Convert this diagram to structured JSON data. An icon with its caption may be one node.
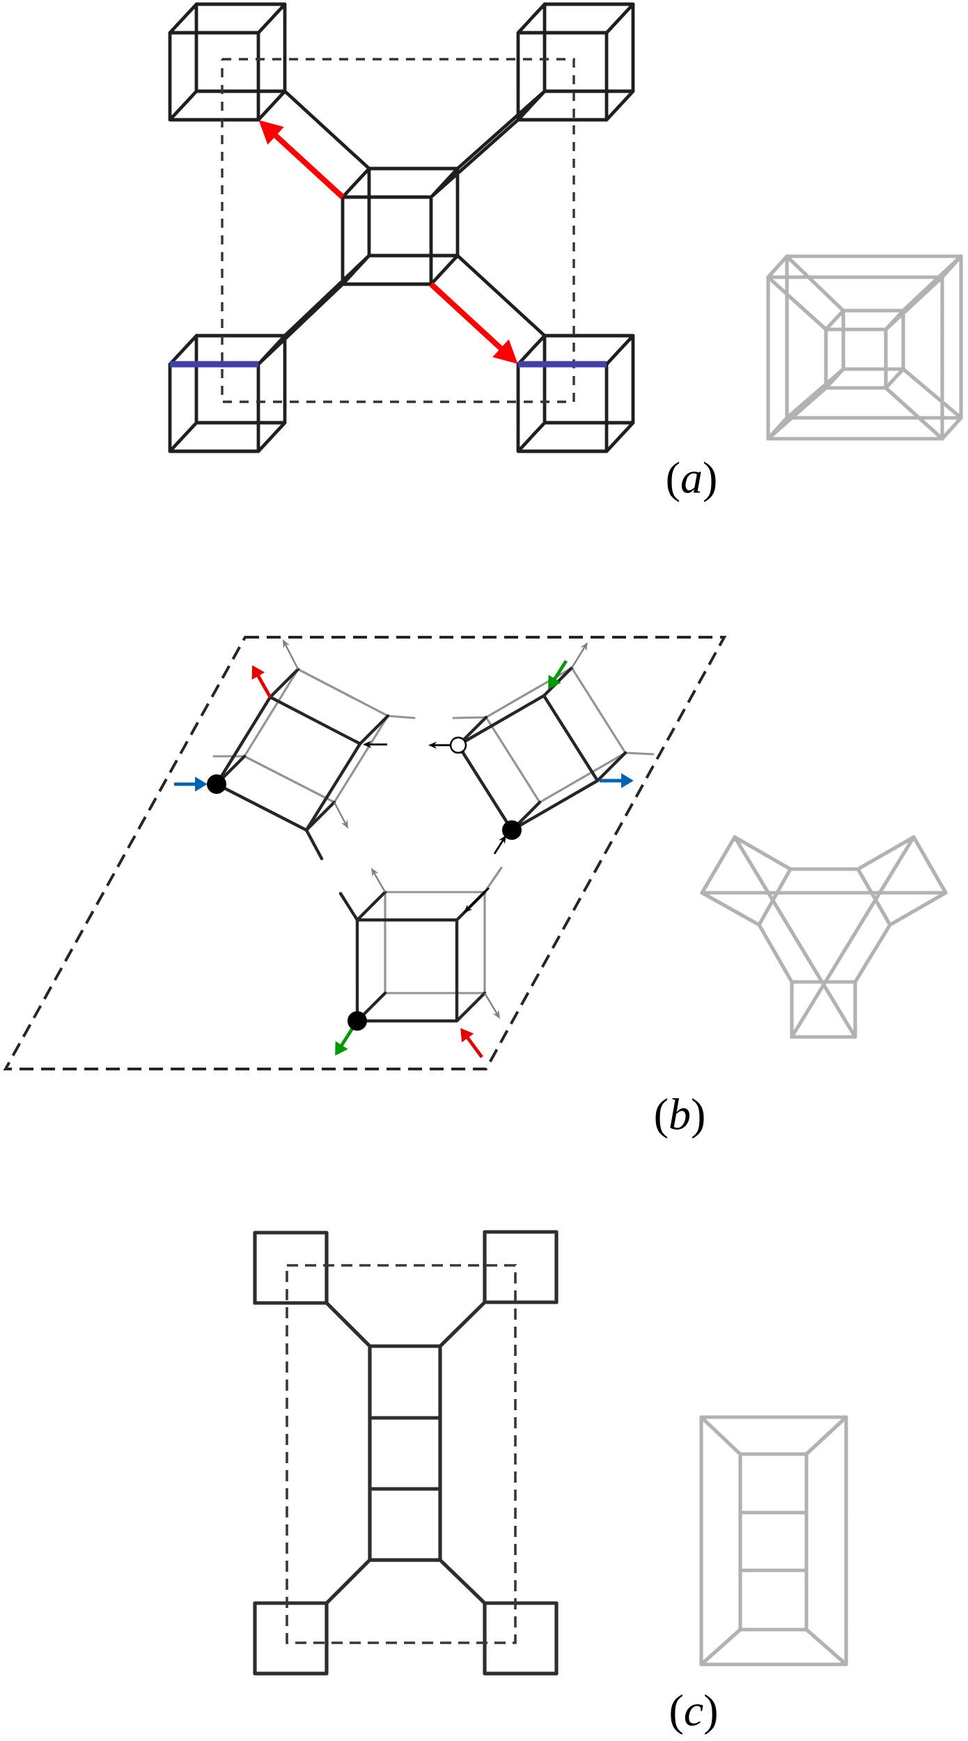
{
  "diagram": {
    "labels": [
      "(*a*)",
      "(*b*)",
      "(*c*)"
    ]
  }
}
